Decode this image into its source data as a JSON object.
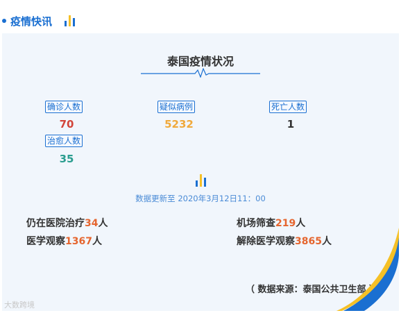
{
  "header": {
    "title": "疫情快讯"
  },
  "card": {
    "title": "泰国疫情状况",
    "stats": [
      {
        "label": "确诊人数",
        "value": "70",
        "color": "#d2453a"
      },
      {
        "label": "疑似病例",
        "value": "5232",
        "color": "#f0a93b"
      },
      {
        "label": "死亡人数",
        "value": "1",
        "color": "#333333"
      },
      {
        "label": "治愈人数",
        "value": "35",
        "color": "#2a9d8f"
      }
    ],
    "update_text": "数据更新至 2020年3月12日11：00",
    "details": [
      {
        "prefix": "仍在医院治疗",
        "value": "34",
        "suffix": "人"
      },
      {
        "prefix": "机场筛查",
        "value": "219",
        "suffix": "人"
      },
      {
        "prefix": "医学观察",
        "value": "1367",
        "suffix": "人"
      },
      {
        "prefix": "解除医学观察",
        "value": "3865",
        "suffix": "人"
      }
    ],
    "source": "（ 数据来源：泰国公共卫生部 ）"
  },
  "watermark": "大数跨境",
  "colors": {
    "accent": "#1a6fd1",
    "highlight": "#e5652e",
    "bar_yellow": "#f5c026"
  }
}
